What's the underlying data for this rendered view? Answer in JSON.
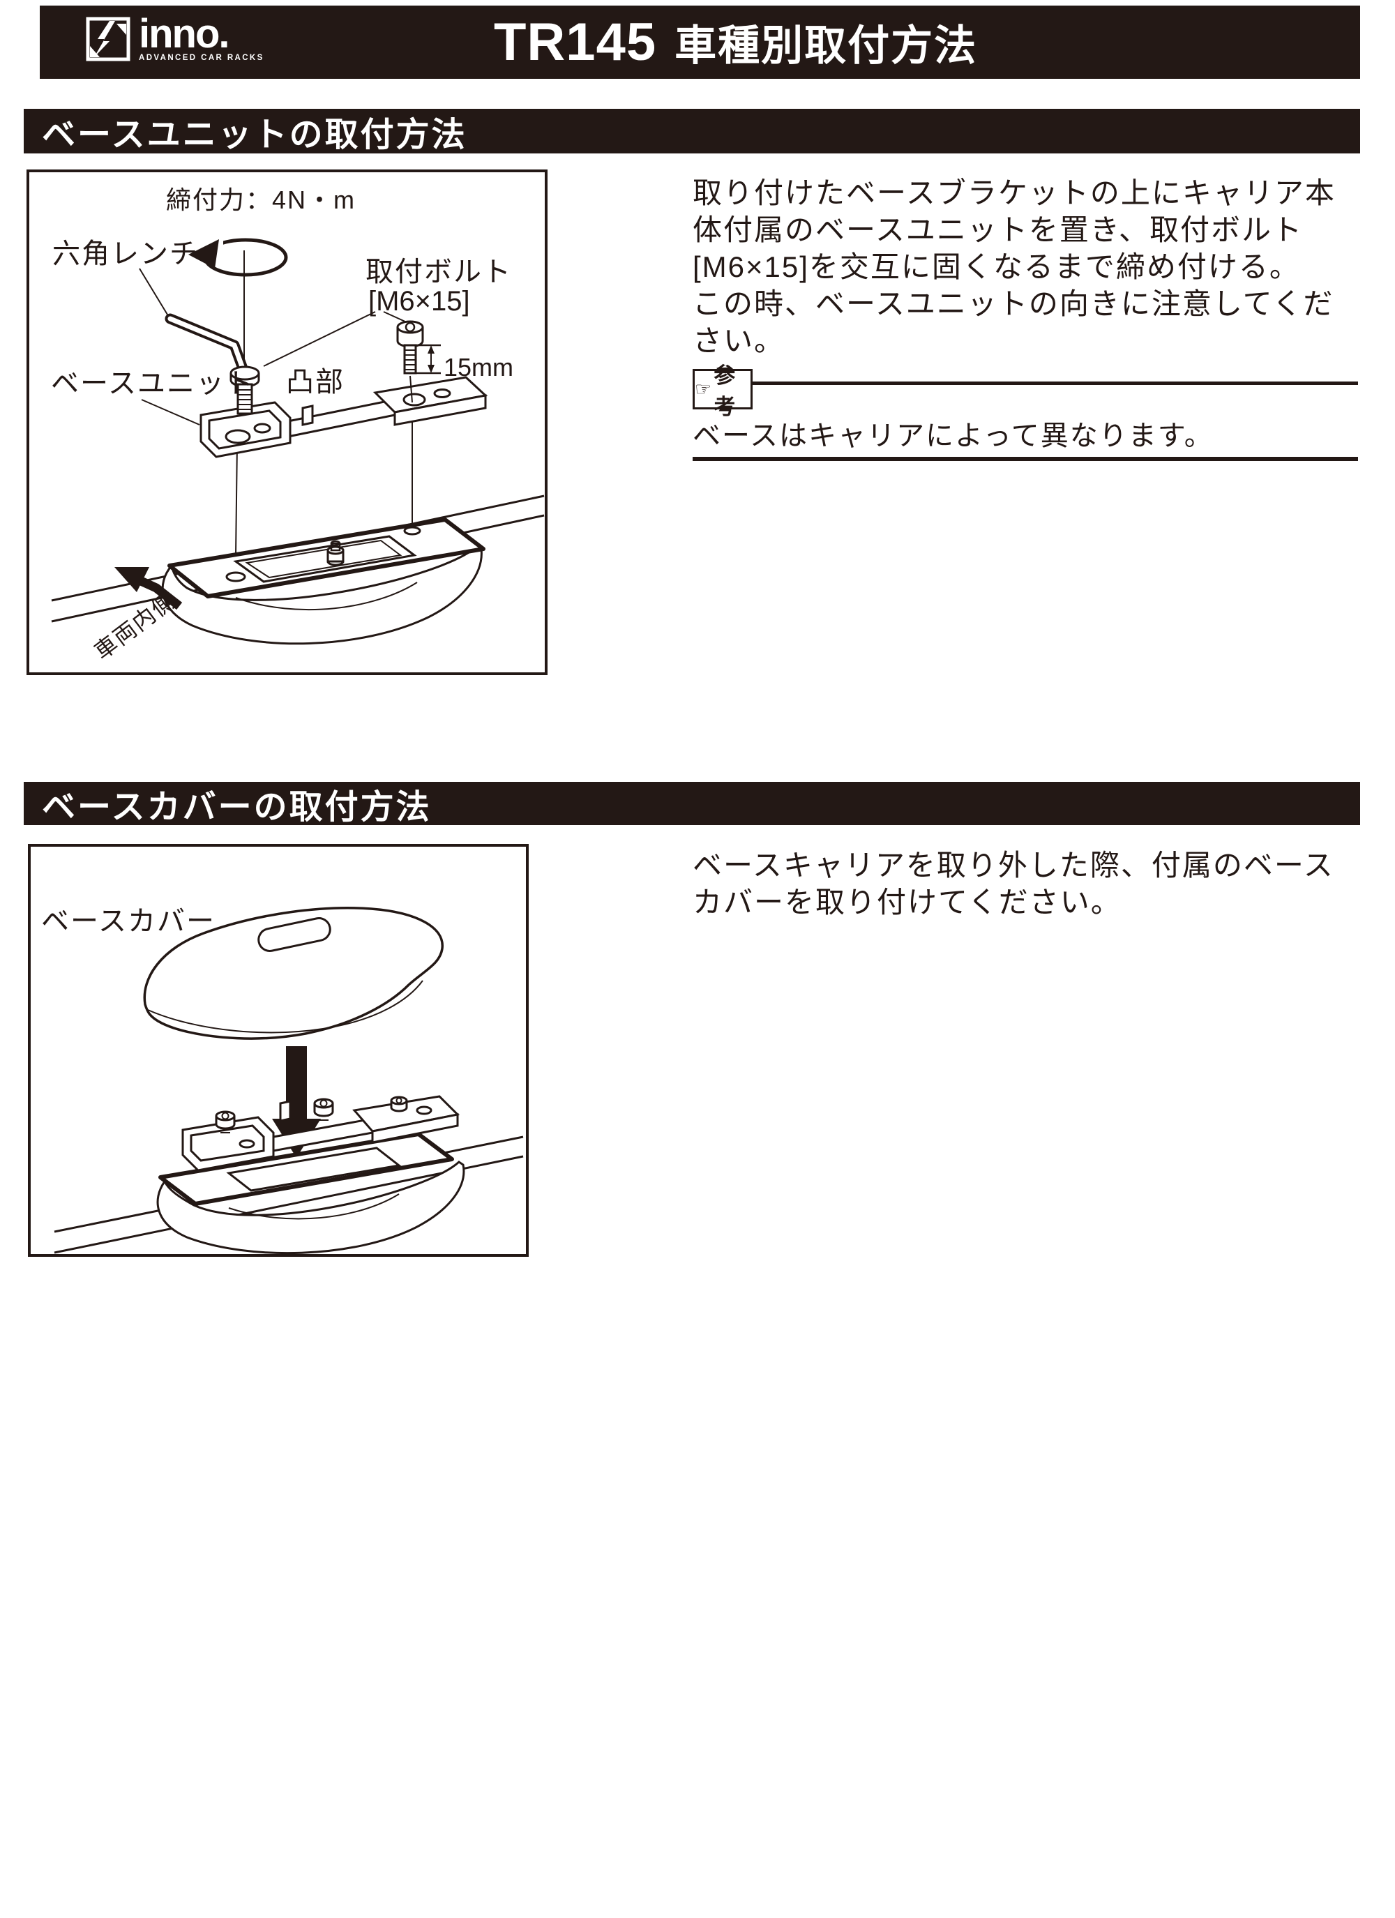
{
  "header": {
    "logo_text": "inno.",
    "logo_subtitle": "ADVANCED CAR RACKS",
    "model": "TR145",
    "title": "車種別取付方法"
  },
  "section1": {
    "heading": "ベースユニットの取付方法",
    "body": "取り付けたベースブラケットの上にキャリア本\n体付属のベースユニットを置き、取付ボルト\n[M6×15]を交互に固くなるまで締め付ける。\nこの時、ベースユニットの向きに注意してくだ\nさい。",
    "note_icon": "☞",
    "note_label": "参考",
    "note_text": "ベースはキャリアによって異なります。",
    "diagram": {
      "torque": "締付力：4N・m",
      "hex_wrench": "六角レンチ",
      "bolt_label": "取付ボルト",
      "bolt_spec": "[M6×15]",
      "bolt_length": "15mm",
      "base_unit": "ベースユニット",
      "protrusion": "凸部",
      "vehicle_inner": "車両内側"
    }
  },
  "section2": {
    "heading": "ベースカバーの取付方法",
    "body": "ベースキャリアを取り外した際、付属のベース\nカバーを取り付けてください。",
    "diagram": {
      "base_cover": "ベースカバー"
    }
  },
  "colors": {
    "ink": "#231815",
    "paper": "#ffffff"
  }
}
